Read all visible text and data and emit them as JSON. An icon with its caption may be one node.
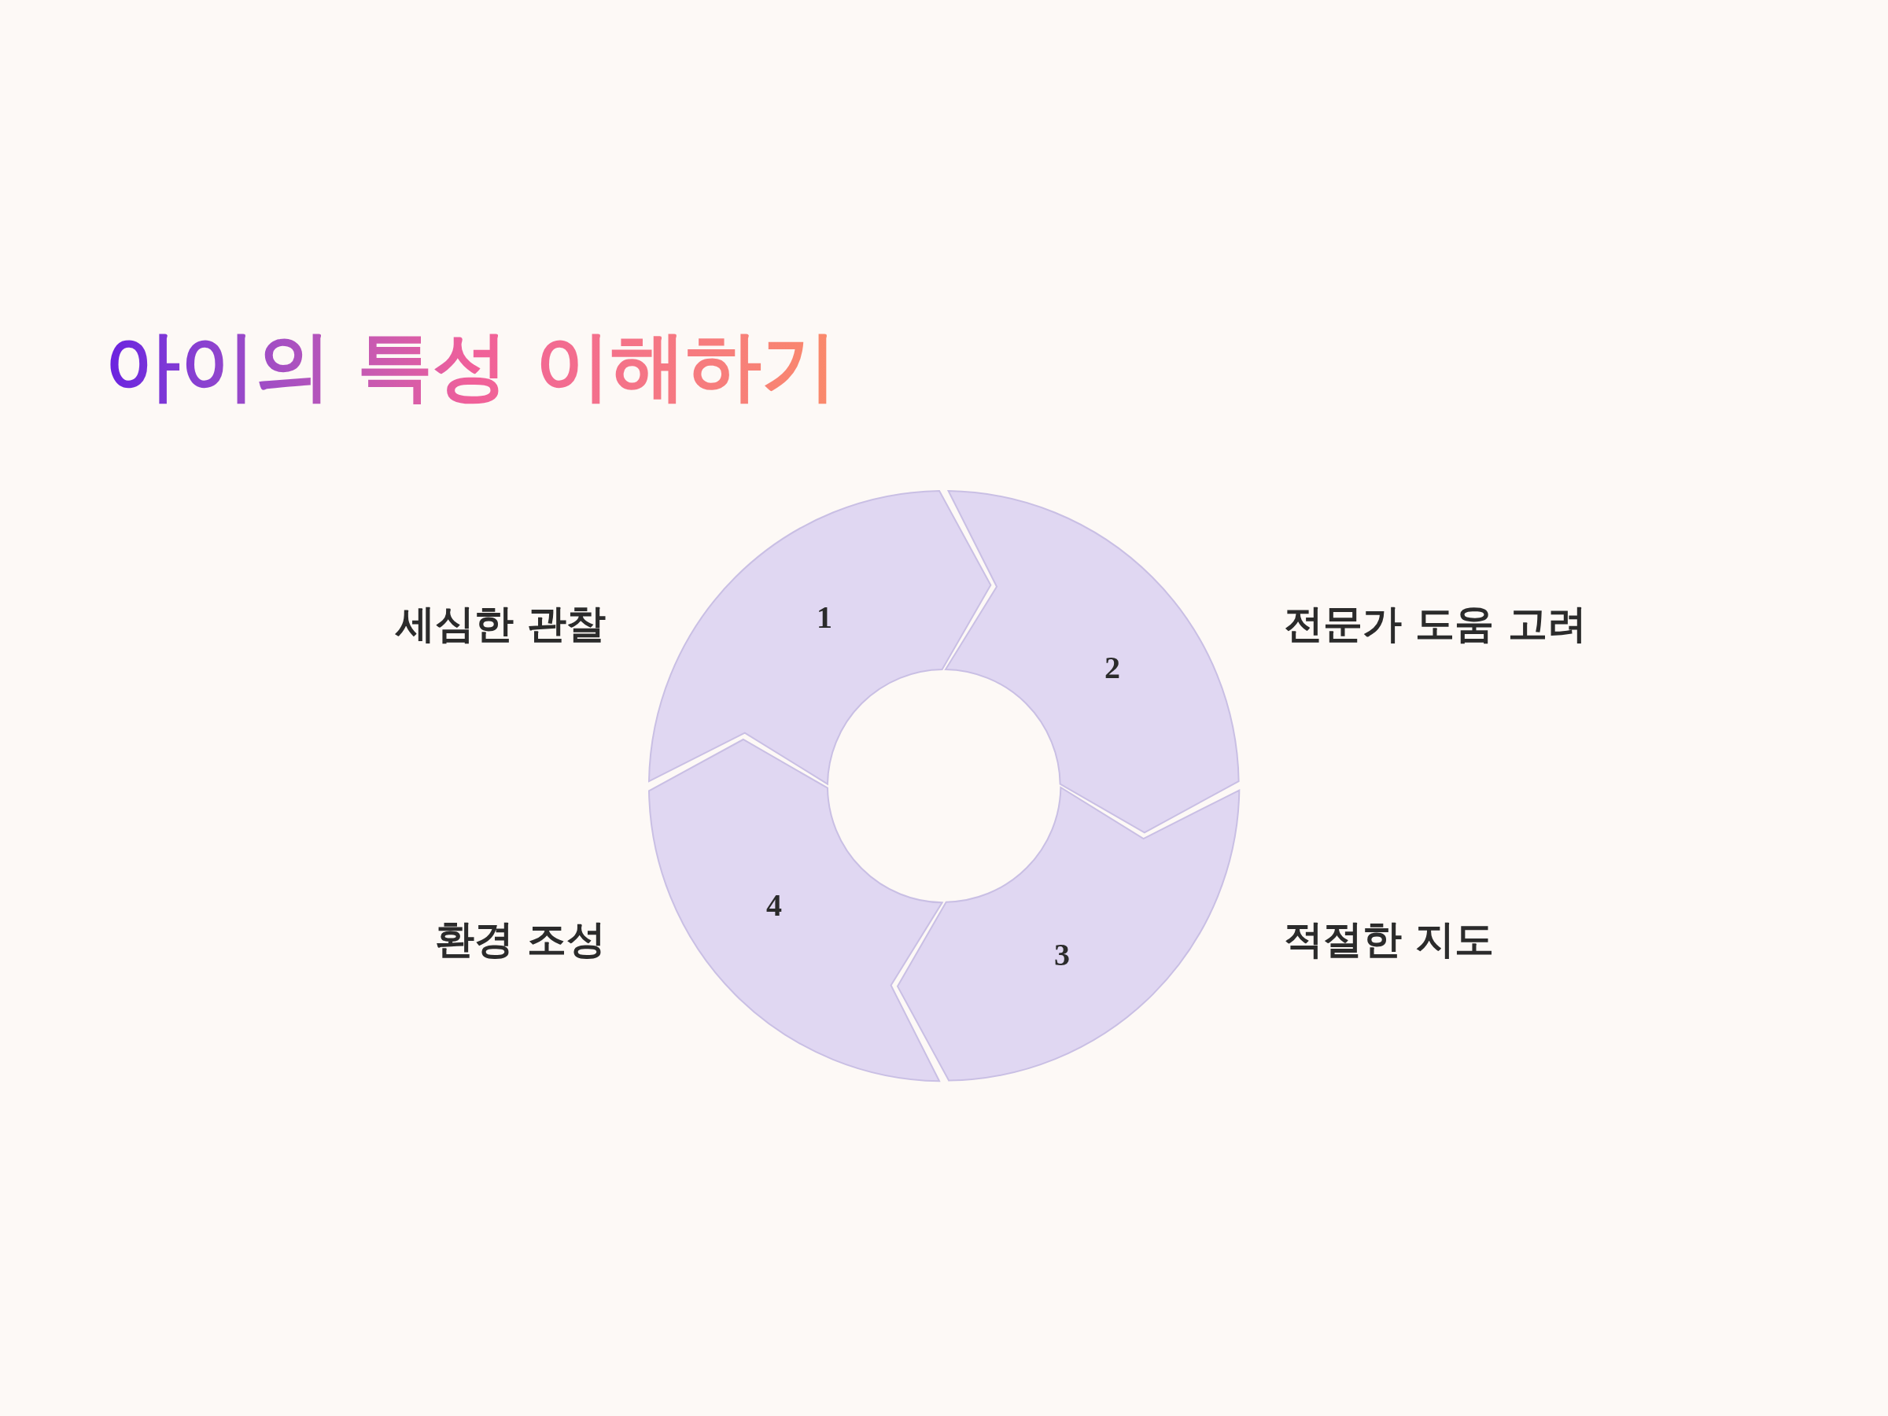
{
  "diagram": {
    "title": "아이의 특성 이해하기",
    "nodes": [
      {
        "text": [
          "1"
        ],
        "beside": [
          "세심한 관찰"
        ]
      },
      {
        "text": [
          "2"
        ],
        "beside": [
          "전문가 도움 고려"
        ]
      },
      {
        "text": [
          "3"
        ],
        "beside": [
          "적절한 지도"
        ]
      },
      {
        "text": [
          "4"
        ],
        "beside": [
          "환경 조성"
        ]
      }
    ]
  }
}
